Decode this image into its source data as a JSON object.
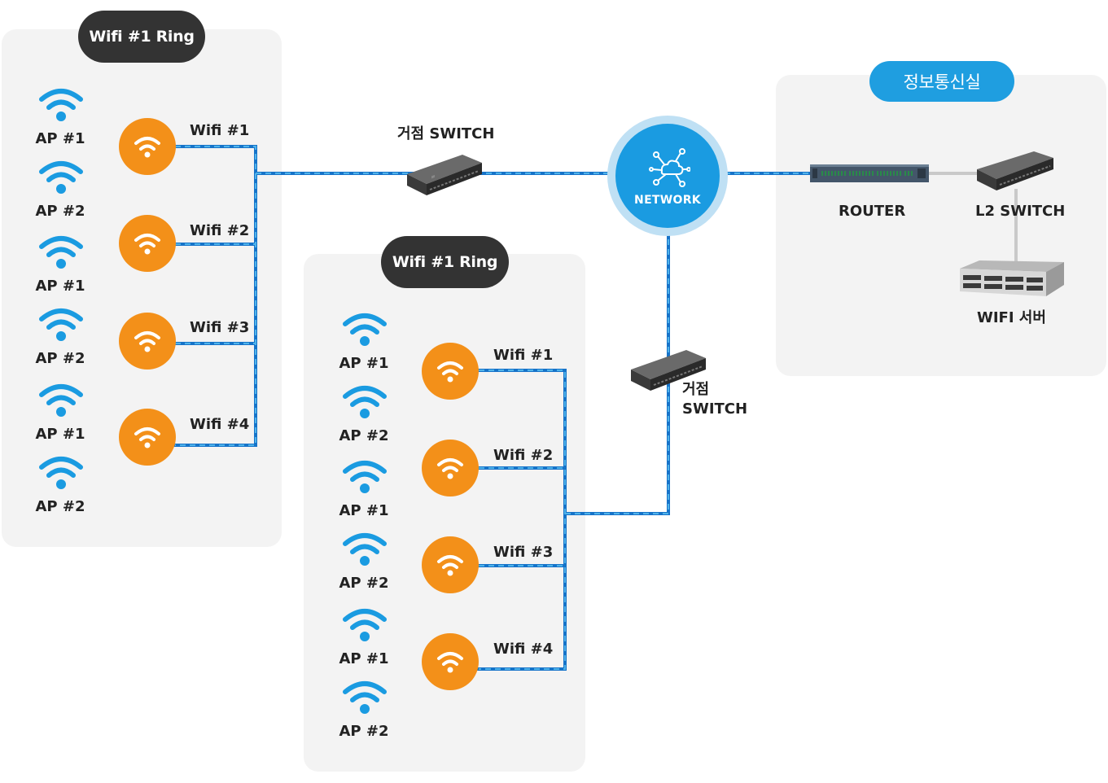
{
  "colors": {
    "panel": "#f3f3f3",
    "pill_dark": "#333333",
    "pill_blue": "#1f9ee0",
    "line": "#1673c9",
    "wifi": "#1a9be1",
    "hub": "#f39019",
    "network": "#1a9be1"
  },
  "left_ring": {
    "title": "Wifi #1 Ring",
    "aps": [
      "AP #1",
      "AP #2",
      "AP #1",
      "AP #2",
      "AP #1",
      "AP #2"
    ],
    "hubs": [
      "Wifi #1",
      "Wifi #2",
      "Wifi #3",
      "Wifi #4"
    ]
  },
  "center_ring": {
    "title": "Wifi #1 Ring",
    "aps": [
      "AP #1",
      "AP #2",
      "AP #1",
      "AP #2",
      "AP #1",
      "AP #2"
    ],
    "hubs": [
      "Wifi #1",
      "Wifi #2",
      "Wifi #3",
      "Wifi #4"
    ]
  },
  "top_switch_label": "거점 SWITCH",
  "lower_switch_label_1": "거점",
  "lower_switch_label_2": "SWITCH",
  "network_label": "NETWORK",
  "telecom_room": {
    "title": "정보통신실",
    "router_label": "ROUTER",
    "l2_switch_label": "L2 SWITCH",
    "server_label": "WIFI 서버"
  },
  "icons": {
    "ap": "wifi-icon",
    "hub": "wifi-icon",
    "network": "network-nodes-icon",
    "switch": "network-switch-icon",
    "router": "router-icon",
    "server": "server-icon"
  }
}
